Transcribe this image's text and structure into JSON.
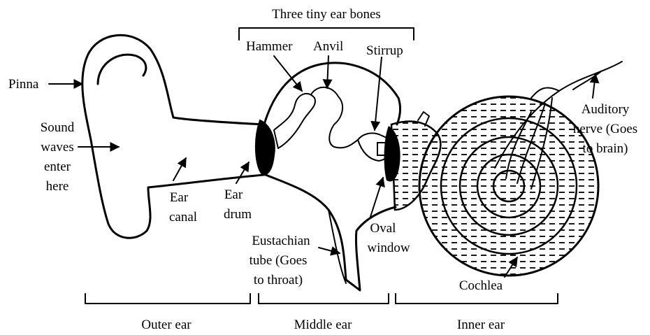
{
  "diagram": {
    "labels": {
      "bones_title": "Three tiny ear bones",
      "hammer": "Hammer",
      "anvil": "Anvil",
      "stirrup": "Stirrup",
      "pinna": "Pinna",
      "sound_waves": [
        "Sound",
        "waves",
        "enter",
        "here"
      ],
      "ear_canal": [
        "Ear",
        "canal"
      ],
      "ear_drum": [
        "Ear",
        "drum"
      ],
      "eustachian": [
        "Eustachian",
        "tube (Goes",
        "to throat)"
      ],
      "oval_window": [
        "Oval",
        "window"
      ],
      "auditory_nerve": [
        "Auditory",
        "nerve (Goes",
        "to brain)"
      ],
      "cochlea": "Cochlea"
    },
    "regions": {
      "outer": "Outer ear",
      "middle": "Middle ear",
      "inner": "Inner ear"
    }
  }
}
